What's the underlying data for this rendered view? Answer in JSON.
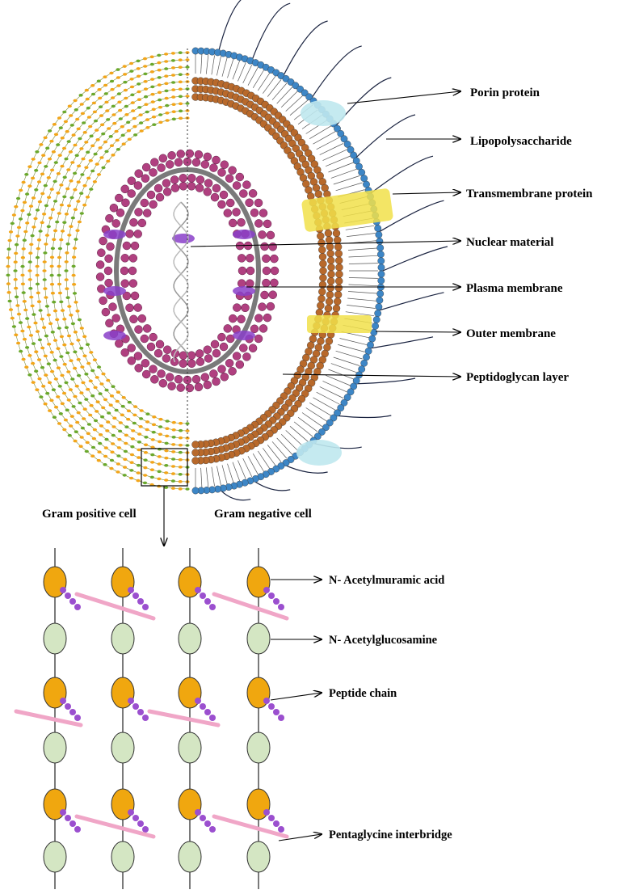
{
  "cell_labels": {
    "porin_protein": "Porin protein",
    "lipopolysaccharide": "Lipopolysaccharide",
    "transmembrane_protein": "Transmembrane protein",
    "nuclear_material": "Nuclear material",
    "plasma_membrane": "Plasma membrane",
    "outer_membrane": "Outer membrane",
    "peptidoglycan_layer": "Peptidoglycan layer"
  },
  "cell_types": {
    "gram_positive": "Gram positive cell",
    "gram_negative": "Gram negative cell"
  },
  "structure_labels": {
    "n_acetylmuramic_acid": "N- Acetylmuramic acid",
    "n_acetylglucosamine": "N- Acetylglucosamine",
    "peptide_chain": "Peptide chain",
    "pentaglycine_interbridge": "Pentaglycine interbridge"
  },
  "colors": {
    "lps_bead": "#3d86c6",
    "lipid_bead": "#b8692b",
    "inner_bead": "#b04080",
    "pg_yellow": "#f2a51a",
    "pg_green": "#6aa82c",
    "porin": "#bfe8ee",
    "transmembrane": "#f1e04a",
    "membrane_protein": "#8a3fc9",
    "nam": "#f0a70f",
    "nag": "#d4e6c3",
    "peptide": "#9b4fcf",
    "interbridge": "#f0a6c7"
  }
}
